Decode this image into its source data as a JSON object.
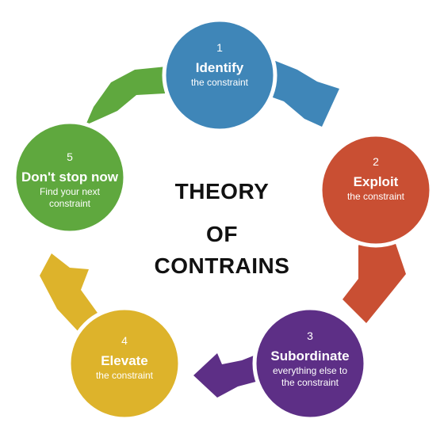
{
  "center": {
    "line1": "THEORY",
    "line2": "OF",
    "line3": "CONTRAINS"
  },
  "steps": [
    {
      "number": "1",
      "title": "Identify",
      "subtitle": "the constraint",
      "color": "#3f86b8"
    },
    {
      "number": "2",
      "title": "Exploit",
      "subtitle": "the constraint",
      "color": "#c94f33"
    },
    {
      "number": "3",
      "title": "Subordinate",
      "subtitle": "everything else to the constraint",
      "color": "#5d2f86"
    },
    {
      "number": "4",
      "title": "Elevate",
      "subtitle": "the constraint",
      "color": "#ddb32b"
    },
    {
      "number": "5",
      "title": "Don't stop now",
      "subtitle": "Find your next constraint",
      "color": "#5fa83e"
    }
  ]
}
